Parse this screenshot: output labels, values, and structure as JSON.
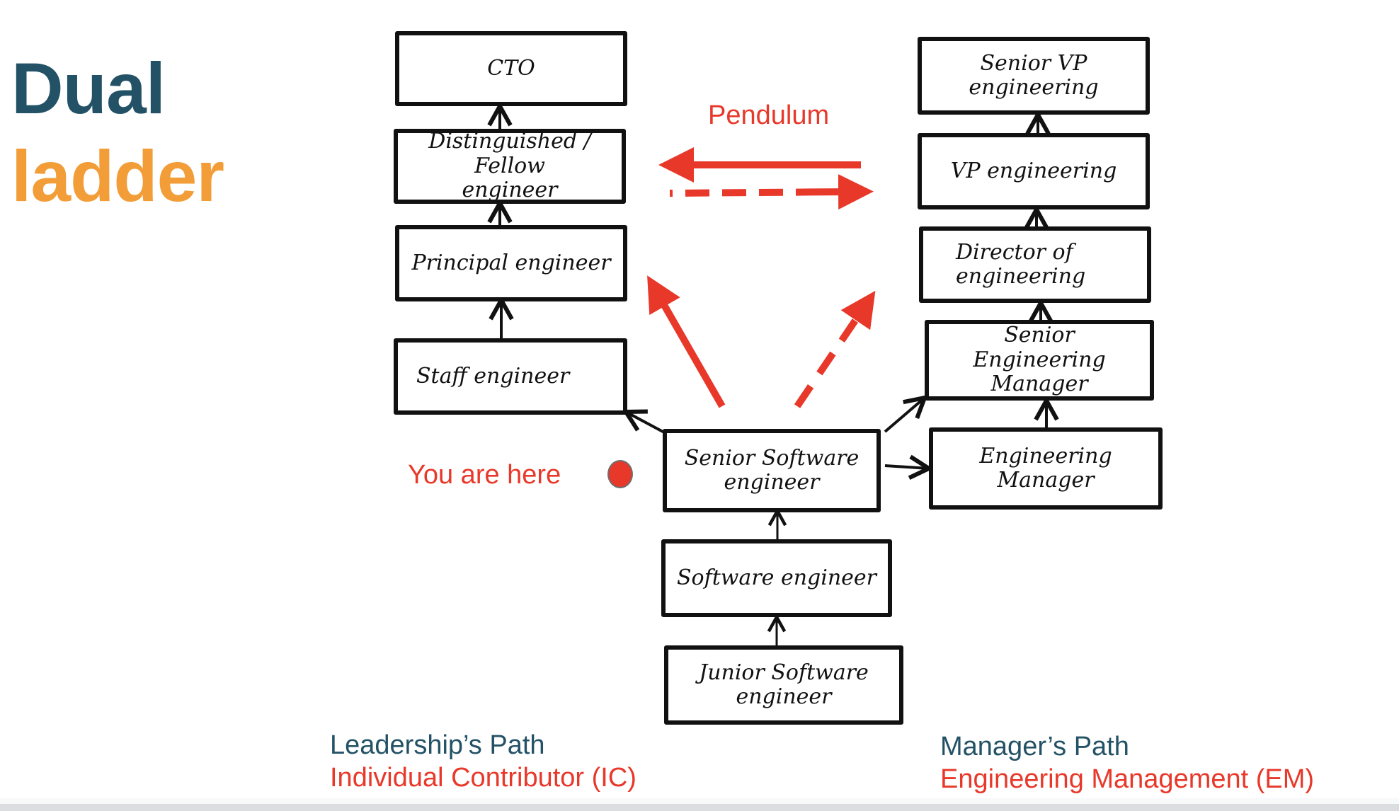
{
  "title": {
    "line1": "Dual",
    "line2": "ladder",
    "line1_color": "#235266",
    "line2_color": "#f29d38"
  },
  "ic_path": {
    "name": "Leadership’s Path",
    "subtitle": "Individual Contributor (IC)",
    "levels": [
      {
        "id": "cto",
        "label": "CTO"
      },
      {
        "id": "distinguished",
        "label": "Distinguished / Fellow\nengineer"
      },
      {
        "id": "principal",
        "label": "Principal engineer"
      },
      {
        "id": "staff",
        "label": "Staff engineer"
      }
    ]
  },
  "shared_path": {
    "levels": [
      {
        "id": "senior-swe",
        "label": "Senior Software\nengineer"
      },
      {
        "id": "swe",
        "label": "Software engineer"
      },
      {
        "id": "junior-swe",
        "label": "Junior Software\nengineer"
      }
    ]
  },
  "em_path": {
    "name": "Manager’s Path",
    "subtitle": "Engineering Management (EM)",
    "levels": [
      {
        "id": "senior-vp",
        "label": "Senior VP\nengineering"
      },
      {
        "id": "vp",
        "label": "VP engineering"
      },
      {
        "id": "director",
        "label": "Director of\nengineering"
      },
      {
        "id": "senior-em",
        "label": "Senior Engineering\nManager"
      },
      {
        "id": "em",
        "label": "Engineering\nManager"
      }
    ]
  },
  "annotations": {
    "pendulum": "Pendulum",
    "you_are_here": "You are here"
  },
  "colors": {
    "accent_red": "#e8382a",
    "box_border": "#111111",
    "path_name": "#235266"
  }
}
